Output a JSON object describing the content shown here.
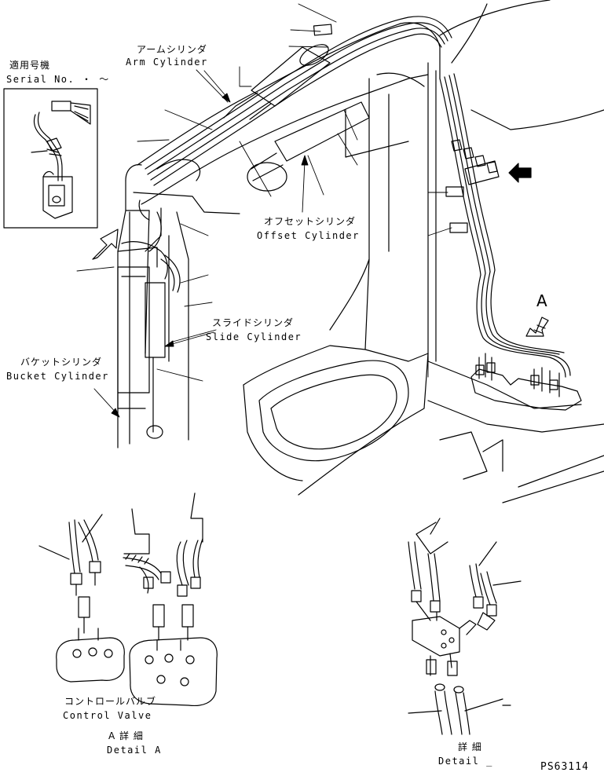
{
  "serial": {
    "title_jp": "適用号機",
    "label_en": "Serial No.",
    "range": "・ ～"
  },
  "arm_cylinder": {
    "jp": "アームシリンダ",
    "en": "Arm Cylinder"
  },
  "offset_cylinder": {
    "jp": "オフセットシリンダ",
    "en": "Offset Cylinder"
  },
  "slide_cylinder": {
    "jp": "スライドシリンダ",
    "en": "Slide Cylinder"
  },
  "bucket_cylinder": {
    "jp": "バケットシリンダ",
    "en": "Bucket Cylinder"
  },
  "view_marker": "A",
  "control_valve": {
    "jp": "コントロールバルブ",
    "en": "Control Valve"
  },
  "detail_a": {
    "jp": "A 詳 細",
    "en": "Detail A"
  },
  "detail_blank": {
    "jp": "詳 細",
    "en": "Detail _"
  },
  "drawing_code": "PS63114"
}
